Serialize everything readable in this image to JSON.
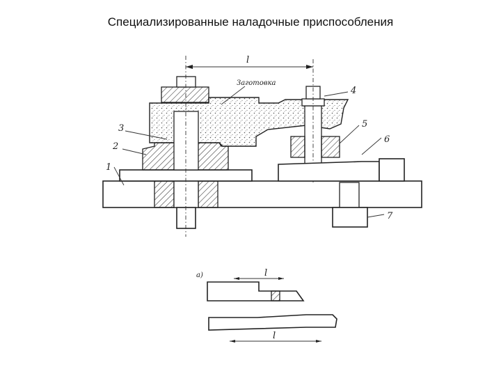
{
  "title": "Специализированные наладочные приспособления",
  "labels": {
    "dim_main": "l",
    "workpiece": "Заготовка",
    "part1": "1",
    "part2": "2",
    "part3": "3",
    "part4": "4",
    "part5": "5",
    "part6": "6",
    "part7": "7",
    "sub_a": "а)",
    "dim_a": "l",
    "dim_b": "l"
  }
}
